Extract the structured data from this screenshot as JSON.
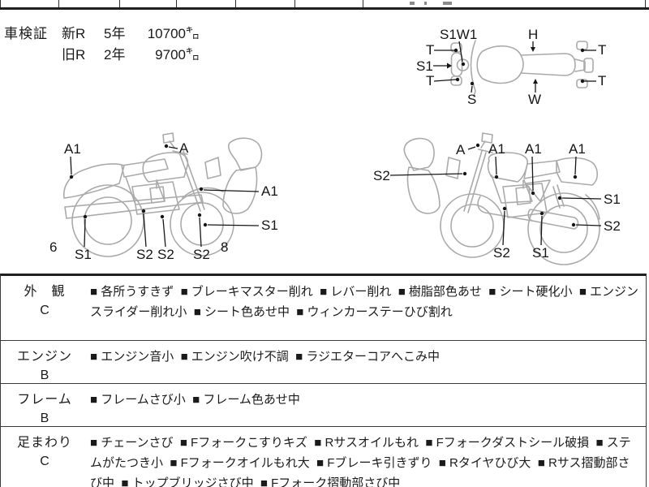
{
  "shaken": {
    "label": "車検証",
    "rows": [
      {
        "reg": "新R",
        "years": "5年",
        "km": "10700㌔"
      },
      {
        "reg": "旧R",
        "years": "2年",
        "km": "9700㌔"
      }
    ]
  },
  "diagrams": {
    "top_view": {
      "labels": [
        "S1W1",
        "H",
        "T",
        "S1",
        "T",
        "S",
        "W",
        "T",
        "T"
      ]
    },
    "side_left": {
      "labels": [
        "A1",
        "A",
        "A1",
        "S1",
        "6",
        "S1",
        "S2",
        "S2",
        "S2",
        "8"
      ]
    },
    "side_right": {
      "labels": [
        "A",
        "A1",
        "A1",
        "A1",
        "S2",
        "S1",
        "S2",
        "S2",
        "S1"
      ]
    }
  },
  "condition_table": {
    "bullet": "■",
    "rows": [
      {
        "category": "外　観",
        "grade": "C",
        "items": [
          "各所うすきず",
          "ブレーキマスター削れ",
          "レバー削れ",
          "樹脂部色あせ",
          "シート硬化小",
          "エンジンスライダー削れ小",
          "シート色あせ中",
          "ウィンカーステーひび割れ"
        ]
      },
      {
        "category": "エンジン",
        "grade": "B",
        "items": [
          "エンジン音小",
          "エンジン吹け不調",
          "ラジエターコアへこみ中"
        ]
      },
      {
        "category": "フレーム",
        "grade": "B",
        "items": [
          "フレームさび小",
          "フレーム色あせ中"
        ]
      },
      {
        "category": "足まわり",
        "grade": "C",
        "items": [
          "チェーンさび",
          "Fフォークこすりキズ",
          "Rサスオイルもれ",
          "Fフォークダストシール破損",
          "ステムがたつき小",
          "Fフォークオイルもれ大",
          "Fブレーキ引きずり",
          "Rタイヤひび大",
          "Rサス摺動部さび中",
          "トップブリッジさび中",
          "Fフォーク摺動部さび中"
        ]
      }
    ]
  }
}
